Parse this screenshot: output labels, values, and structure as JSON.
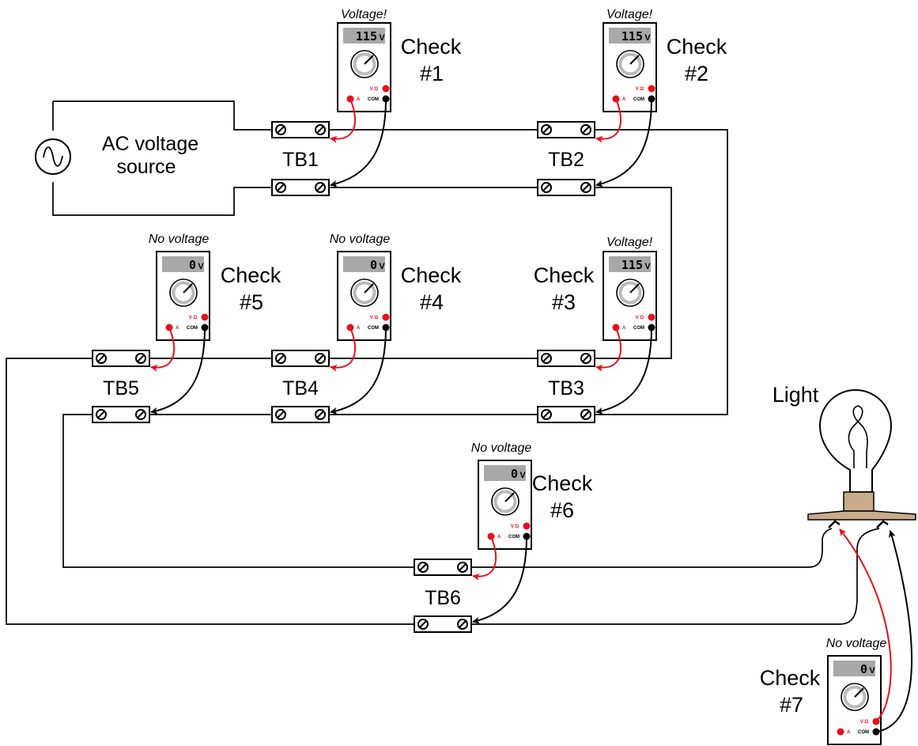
{
  "source": {
    "line1": "AC voltage",
    "line2": "source"
  },
  "light_label": "Light",
  "terminal_blocks": [
    "TB1",
    "TB2",
    "TB3",
    "TB4",
    "TB5",
    "TB6"
  ],
  "checks": [
    {
      "line1": "Check",
      "line2": "#1",
      "status": "Voltage!",
      "reading": "115",
      "unit": "V"
    },
    {
      "line1": "Check",
      "line2": "#2",
      "status": "Voltage!",
      "reading": "115",
      "unit": "V"
    },
    {
      "line1": "Check",
      "line2": "#3",
      "status": "Voltage!",
      "reading": "115",
      "unit": "V"
    },
    {
      "line1": "Check",
      "line2": "#4",
      "status": "No voltage",
      "reading": "0",
      "unit": "V"
    },
    {
      "line1": "Check",
      "line2": "#5",
      "status": "No voltage",
      "reading": "0",
      "unit": "V"
    },
    {
      "line1": "Check",
      "line2": "#6",
      "status": "No voltage",
      "reading": "0",
      "unit": "V"
    },
    {
      "line1": "Check",
      "line2": "#7",
      "status": "No voltage",
      "reading": "0",
      "unit": "V"
    }
  ],
  "meter_jacks": {
    "v_ohm": "V Ω",
    "amps": "A",
    "com": "COM"
  },
  "colors": {
    "red_probe": "#e8101a",
    "black_probe": "#000000",
    "lcd_bg": "#a8a8a8",
    "lamp_base": "#c8ab8a"
  }
}
